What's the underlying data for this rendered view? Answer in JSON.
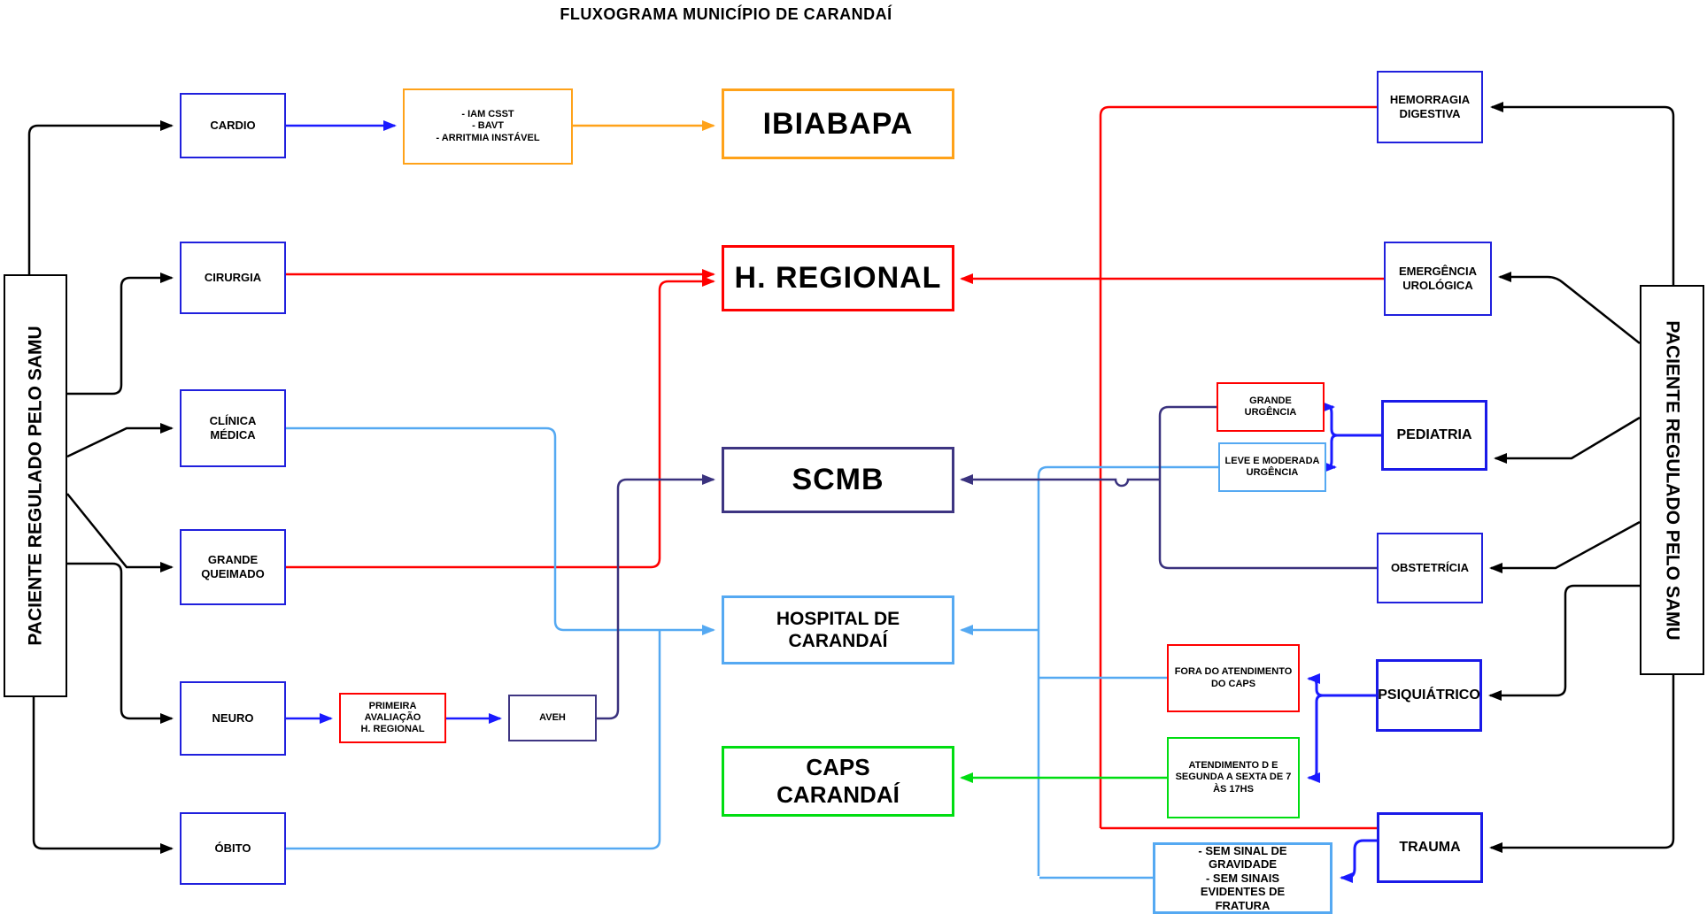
{
  "title": "FLUXOGRAMA MUNICÍPIO DE CARANDAÍ",
  "colors": {
    "blue_border": "#2020dd",
    "bright_blue_arrow": "#1a1aff",
    "red": "#ff0000",
    "orange": "#ffa219",
    "dark_purple": "#3a327e",
    "light_blue": "#55a9f2",
    "green": "#00dd11",
    "black": "#000000"
  },
  "sources": {
    "left": "PACIENTE REGULADO PELO SAMU",
    "right": "PACIENTE REGULADO PELO SAMU"
  },
  "nodes": {
    "cardio": {
      "label": "CARDIO"
    },
    "iam_criteria": {
      "lines": [
        "- IAM CSST",
        "- BAVT",
        "- ARRITMIA INSTÁVEL"
      ]
    },
    "ibiabapa": {
      "label": "IBIABAPA"
    },
    "cirurgia": {
      "label": "CIRURGIA"
    },
    "h_regional": {
      "label": "H. REGIONAL"
    },
    "clinica_medica": {
      "lines": [
        "CLÍNICA",
        "MÉDICA"
      ]
    },
    "scmb": {
      "label": "SCMB"
    },
    "grande_queimado": {
      "lines": [
        "GRANDE",
        "QUEIMADO"
      ]
    },
    "hospital_carandai": {
      "lines": [
        "HOSPITAL DE",
        "CARANDAÍ"
      ]
    },
    "neuro": {
      "label": "NEURO"
    },
    "primeira_avaliacao": {
      "lines": [
        "PRIMEIRA",
        "AVALIAÇÃO",
        "H. REGIONAL"
      ]
    },
    "aveh": {
      "label": "AVEH"
    },
    "caps_carandai": {
      "lines": [
        "CAPS",
        "CARANDAÍ"
      ]
    },
    "obito": {
      "label": "ÓBITO"
    },
    "hemorragia_digestiva": {
      "lines": [
        "HEMORRAGIA",
        "DIGESTIVA"
      ]
    },
    "emergencia_urologica": {
      "lines": [
        "EMERGÊNCIA",
        "UROLÓGICA"
      ]
    },
    "grande_urgencia": {
      "lines": [
        "GRANDE",
        "URGÊNCIA"
      ]
    },
    "leve_moderada_urgencia": {
      "lines": [
        "LEVE E MODERADA",
        "URGÊNCIA"
      ]
    },
    "pediatria": {
      "label": "PEDIATRIA"
    },
    "obstetricia": {
      "label": "OBSTETRÍCIA"
    },
    "fora_do_caps": {
      "lines": [
        "FORA DO ATENDIMENTO",
        "DO CAPS"
      ]
    },
    "psiquiatrico": {
      "label": "PSIQUIÁTRICO"
    },
    "atendimento_caps": {
      "lines": [
        "ATENDIMENTO D E",
        "SEGUNDA A SEXTA DE 7",
        "ÀS 17HS"
      ]
    },
    "trauma": {
      "label": "TRAUMA"
    },
    "sem_sinal": {
      "lines": [
        "- SEM SINAL DE",
        "GRAVIDADE",
        "- SEM SINAIS",
        "EVIDENTES DE",
        "FRATURA"
      ]
    }
  }
}
